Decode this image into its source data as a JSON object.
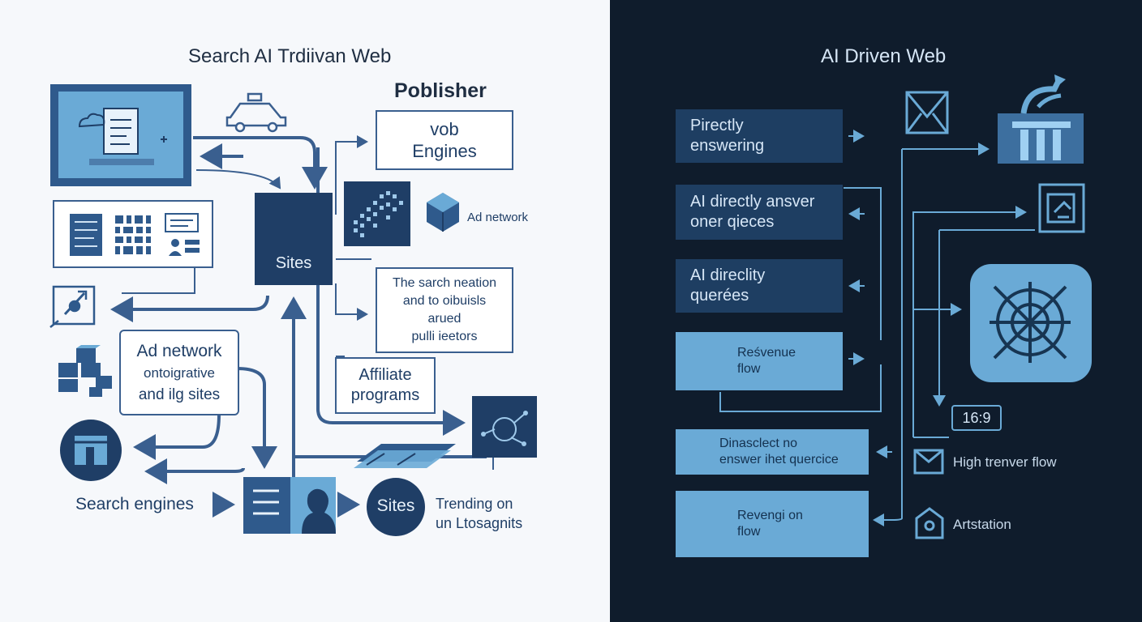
{
  "left_panel": {
    "title": "Search AI Trdiivan Web",
    "publisher": "Poblisher",
    "engines_box": [
      "vob",
      "Engines"
    ],
    "sites_node": "Sites",
    "ad_network_small": "Ad network",
    "search_note": [
      "The sarch neation",
      "and to oibuisls",
      "arued",
      "pulli ieetors"
    ],
    "ad_network_box": [
      "Ad network",
      "ontoigrative",
      "and ilg sites"
    ],
    "affiliate_box": [
      "Affiliate",
      "programs"
    ],
    "search_engines": "Search engines",
    "sites_circle": "Sites",
    "trending": [
      "Trending on",
      "un Ltosagnits"
    ]
  },
  "right_panel": {
    "title": "AI Driven Web",
    "box1": [
      "Pirectly",
      "enswering"
    ],
    "box2": [
      "AI directly ansver",
      "oner qieces"
    ],
    "box3": [
      "AI direclity",
      "querées"
    ],
    "box4": [
      "Reśvenue",
      "flow"
    ],
    "box5": [
      "Dinasclect no",
      "enswer ihet quercice"
    ],
    "box6": [
      "Revengi on",
      "flow"
    ],
    "ratio_badge": "16:9",
    "high_flow": "High trenver flow",
    "artstation": "Artstation"
  },
  "colors": {
    "left_background": "#f6f8fb",
    "right_background": "#0f1c2c",
    "navy": "#1f3e66",
    "light_blue": "#6aaad6"
  }
}
